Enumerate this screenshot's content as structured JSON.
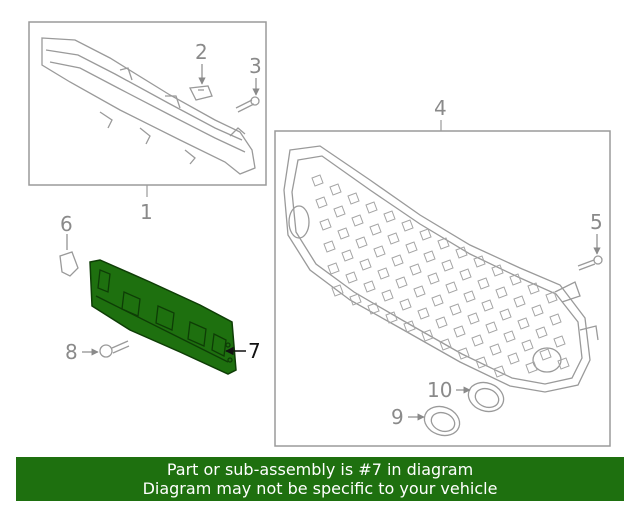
{
  "callouts": {
    "c1": "1",
    "c2": "2",
    "c3": "3",
    "c4": "4",
    "c5": "5",
    "c6": "6",
    "c7": "7",
    "c8": "8",
    "c9": "9",
    "c10": "10"
  },
  "highlight_color": "#1e700f",
  "banner": {
    "line1": "Part or sub-assembly is #7 in diagram",
    "line2": "Diagram may not be specific to your vehicle"
  }
}
